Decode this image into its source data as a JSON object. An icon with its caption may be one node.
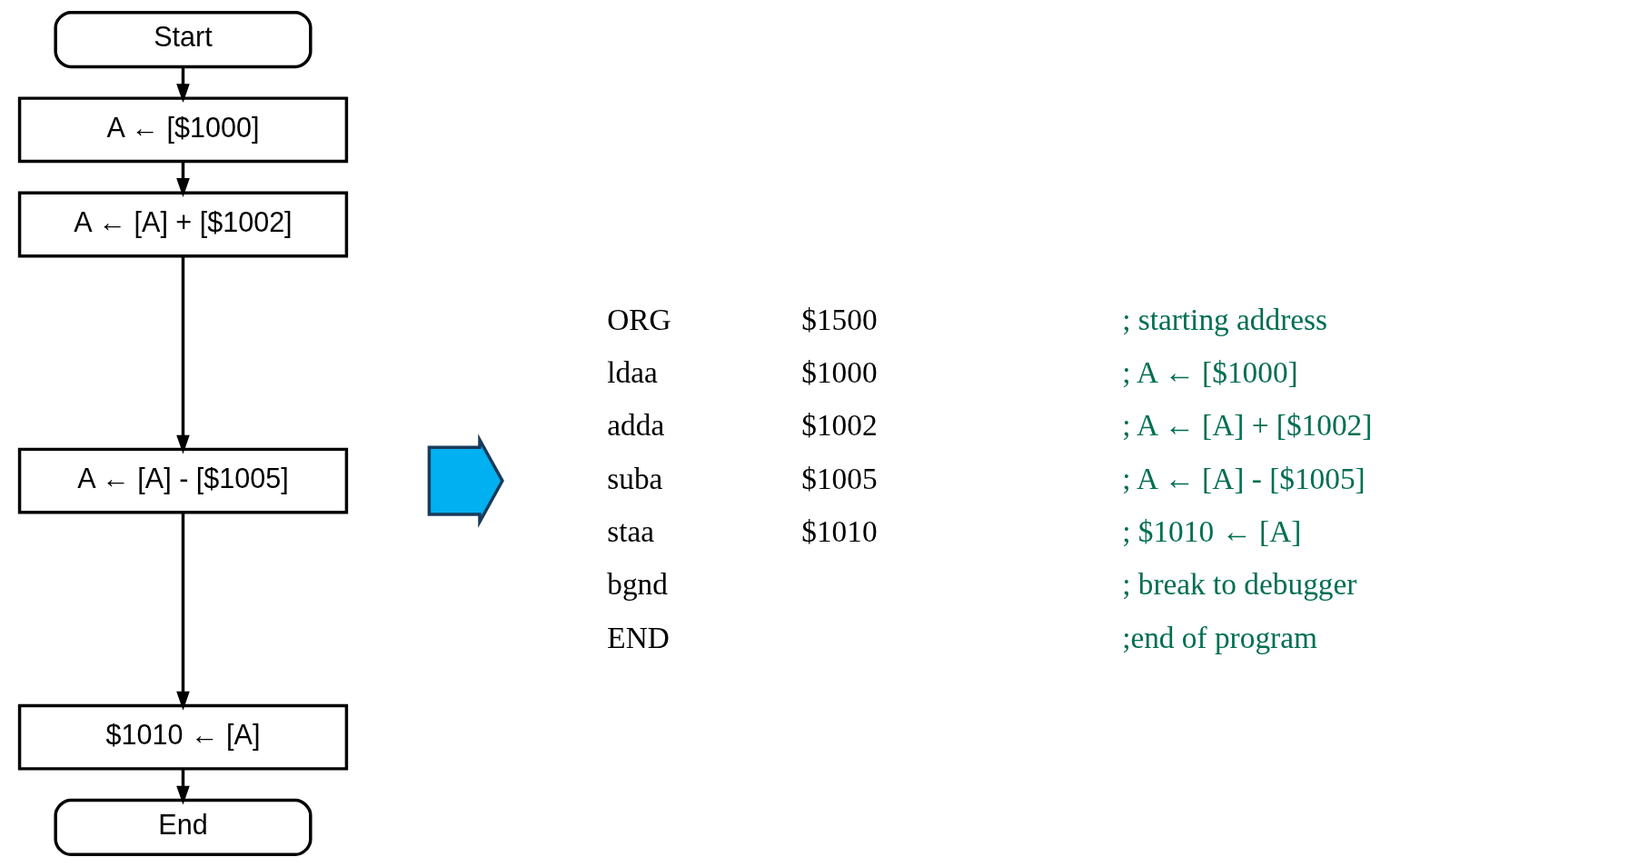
{
  "diagram": {
    "nodes": [
      {
        "text": [
          "Start"
        ]
      },
      {
        "text": [
          "A ← [$1000]"
        ]
      },
      {
        "text": [
          "A ← [A] + [$1002]"
        ]
      },
      {
        "text": [
          "A ← [A] - [$1005]"
        ]
      },
      {
        "text": [
          "$1010 ← [A]"
        ]
      },
      {
        "text": [
          "End"
        ]
      },
      {
        "text": [],
        "shape": "arrow"
      }
    ],
    "edges": [
      {
        "from": 0,
        "to": 1,
        "arrow": "to"
      },
      {
        "from": 1,
        "to": 2,
        "arrow": "to"
      },
      {
        "from": 2,
        "to": 3,
        "arrow": "to"
      },
      {
        "from": 3,
        "to": 4,
        "arrow": "to"
      },
      {
        "from": 4,
        "to": 5,
        "arrow": "to"
      }
    ],
    "labels": [
      "ORG",
      "$1500",
      "; starting address",
      "ldaa",
      "$1000",
      "; A ← [$1000]",
      "adda",
      "$1002",
      "; A ← [A] + [$1002]",
      "suba",
      "$1005",
      "; A ← [A] - [$1005]",
      "staa",
      "$1010",
      "; $1010 ← [A]",
      "bgnd",
      "; break to debugger",
      "END",
      ";end of program"
    ]
  }
}
